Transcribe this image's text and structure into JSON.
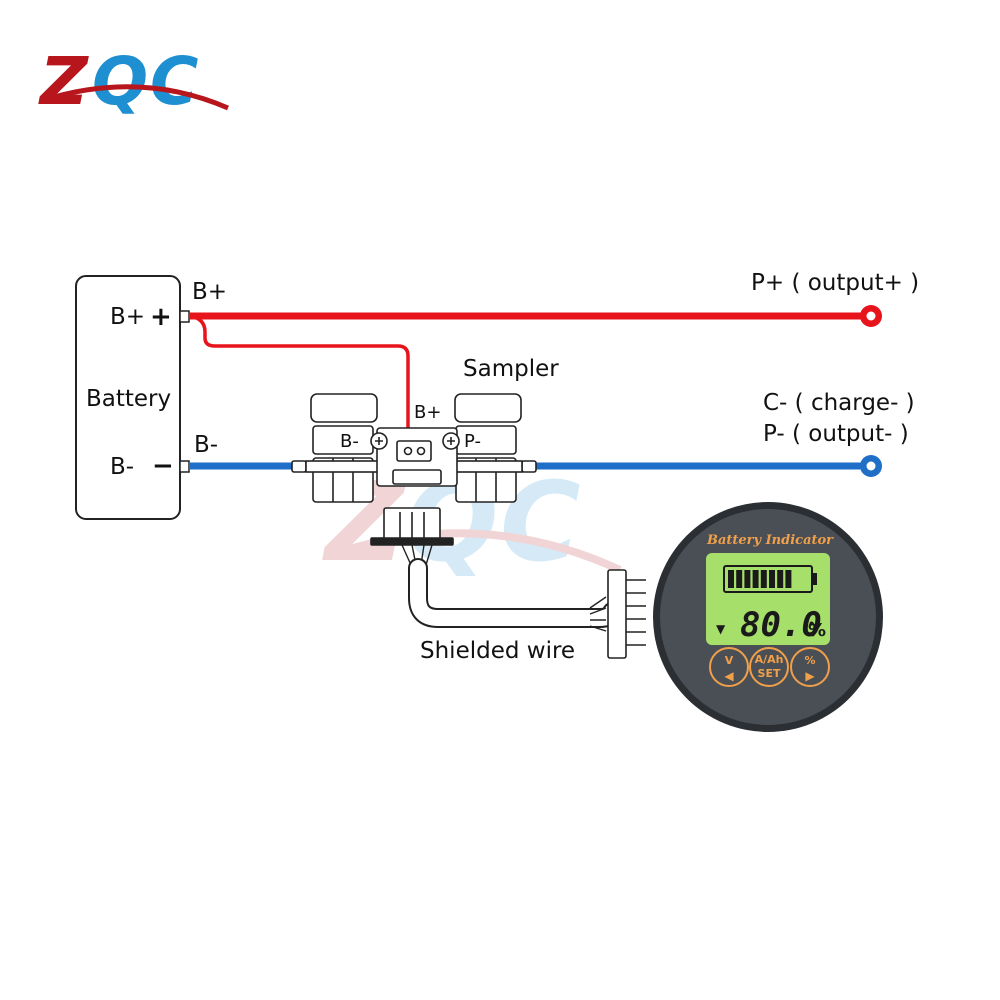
{
  "logo": {
    "text": "ZQC"
  },
  "labels": {
    "b_plus_terminal": "B+",
    "b_plus_battery": "B+",
    "plus_sign": "+",
    "battery": "Battery",
    "b_minus_terminal": "B-",
    "b_minus_battery": "B-",
    "minus_sign": "−",
    "p_plus_output": "P+ ( output+ )",
    "sampler": "Sampler",
    "sampler_b_plus": "B+",
    "sampler_b_minus": "B-",
    "sampler_p_minus": "P-",
    "c_minus_charge": "C- ( charge- )",
    "p_minus_output": "P- ( output- )",
    "shielded_wire": "Shielded wire"
  },
  "display": {
    "title": "Battery Indicator",
    "percentage": "80.0",
    "percent_sign": "%",
    "level_fraction": 0.8,
    "button_v_label": "V",
    "button_ah_top": "A/Ah",
    "button_ah_bottom": "SET",
    "button_pct_label": "%"
  },
  "colors": {
    "positive_wire": "#e8141c",
    "negative_wire": "#1f6fc8",
    "display_bezel": "#4a4f55",
    "display_screen": "#a6e06a",
    "display_accent": "#f0a04a",
    "logo_red": "#b8161d",
    "logo_blue": "#1e8fd0"
  }
}
